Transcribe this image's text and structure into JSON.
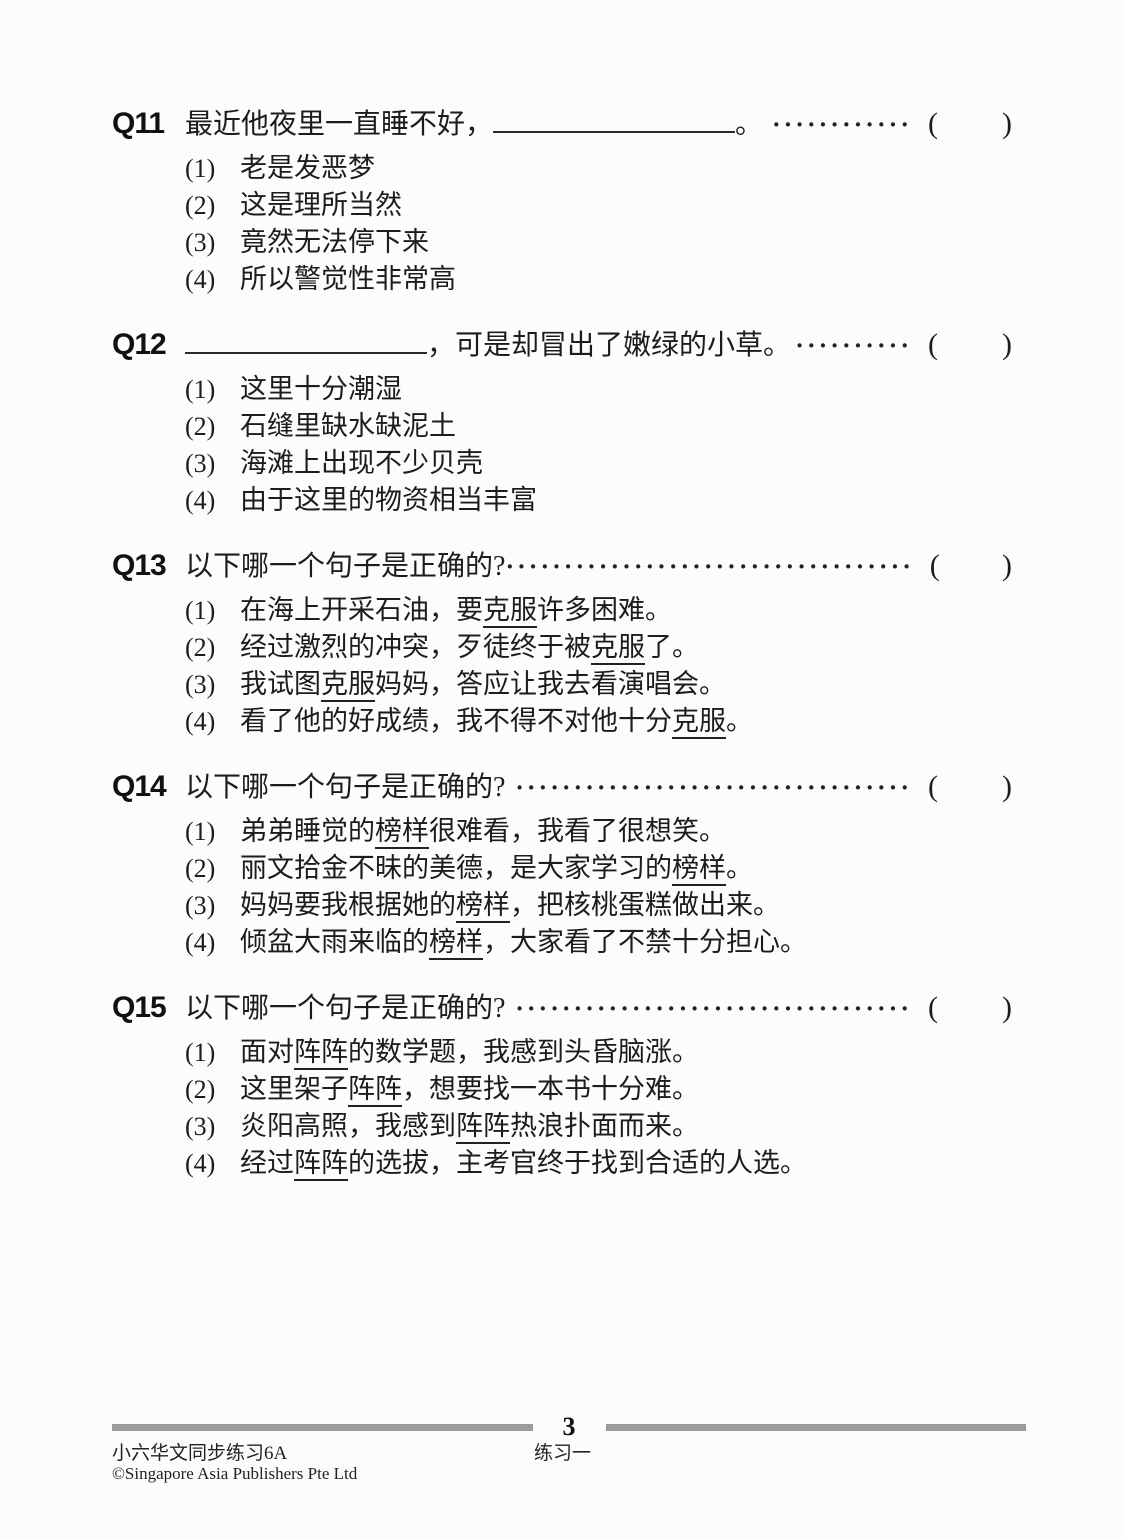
{
  "marks": {
    "open": "(",
    "close": ")"
  },
  "questions": [
    {
      "id": "Q11",
      "stem": {
        "pre": "最近他夜里一直睡不好，",
        "post": "。"
      },
      "dots": "············",
      "options": [
        {
          "num": "(1)",
          "pre": "老是发恶梦"
        },
        {
          "num": "(2)",
          "pre": "这是理所当然"
        },
        {
          "num": "(3)",
          "pre": "竟然无法停下来"
        },
        {
          "num": "(4)",
          "pre": "所以警觉性非常高"
        }
      ]
    },
    {
      "id": "Q12",
      "stem": {
        "pre": "",
        "post": "，可是却冒出了嫩绿的小草。"
      },
      "dots": "··········",
      "options": [
        {
          "num": "(1)",
          "pre": "这里十分潮湿"
        },
        {
          "num": "(2)",
          "pre": "石缝里缺水缺泥土"
        },
        {
          "num": "(3)",
          "pre": "海滩上出现不少贝壳"
        },
        {
          "num": "(4)",
          "pre": "由于这里的物资相当丰富"
        }
      ]
    },
    {
      "id": "Q13",
      "stem": {
        "pre": "以下哪一个句子是正确的?",
        "post": ""
      },
      "dots": "····································",
      "options": [
        {
          "num": "(1)",
          "pre": "在海上开采石油，要",
          "u": "克服",
          "post": "许多困难。"
        },
        {
          "num": "(2)",
          "pre": "经过激烈的冲突，歹徒终于被",
          "u": "克服",
          "post": "了。"
        },
        {
          "num": "(3)",
          "pre": "我试图",
          "u": "克服",
          "post": "妈妈，答应让我去看演唱会。"
        },
        {
          "num": "(4)",
          "pre": "看了他的好成绩，我不得不对他十分",
          "u": "克服",
          "post": "。"
        }
      ]
    },
    {
      "id": "Q14",
      "stem": {
        "pre": "以下哪一个句子是正确的?",
        "post": ""
      },
      "dots": "··································",
      "options": [
        {
          "num": "(1)",
          "pre": "弟弟睡觉的",
          "u": "榜样",
          "post": "很难看，我看了很想笑。"
        },
        {
          "num": "(2)",
          "pre": "丽文拾金不昧的美德，是大家学习的",
          "u": "榜样",
          "post": "。"
        },
        {
          "num": "(3)",
          "pre": "妈妈要我根据她的",
          "u": "榜样",
          "post": "，把核桃蛋糕做出来。"
        },
        {
          "num": "(4)",
          "pre": "倾盆大雨来临的",
          "u": "榜样",
          "post": "，大家看了不禁十分担心。"
        }
      ]
    },
    {
      "id": "Q15",
      "stem": {
        "pre": "以下哪一个句子是正确的?",
        "post": ""
      },
      "dots": "··································",
      "options": [
        {
          "num": "(1)",
          "pre": "面对",
          "u": "阵阵",
          "post": "的数学题，我感到头昏脑涨。"
        },
        {
          "num": "(2)",
          "pre": "这里架子",
          "u": "阵阵",
          "post": "，想要找一本书十分难。"
        },
        {
          "num": "(3)",
          "pre": "炎阳高照，我感到",
          "u": "阵阵",
          "post": "热浪扑面而来。"
        },
        {
          "num": "(4)",
          "pre": "经过",
          "u": "阵阵",
          "post": "的选拔，主考官终于找到合适的人选。"
        }
      ]
    }
  ],
  "footer": {
    "page_number": "3",
    "book_title": "小六华文同步练习6A",
    "exercise_label": "练习一",
    "copyright": "©Singapore Asia Publishers Pte Ltd",
    "rule_color": "#9b9b9b"
  }
}
